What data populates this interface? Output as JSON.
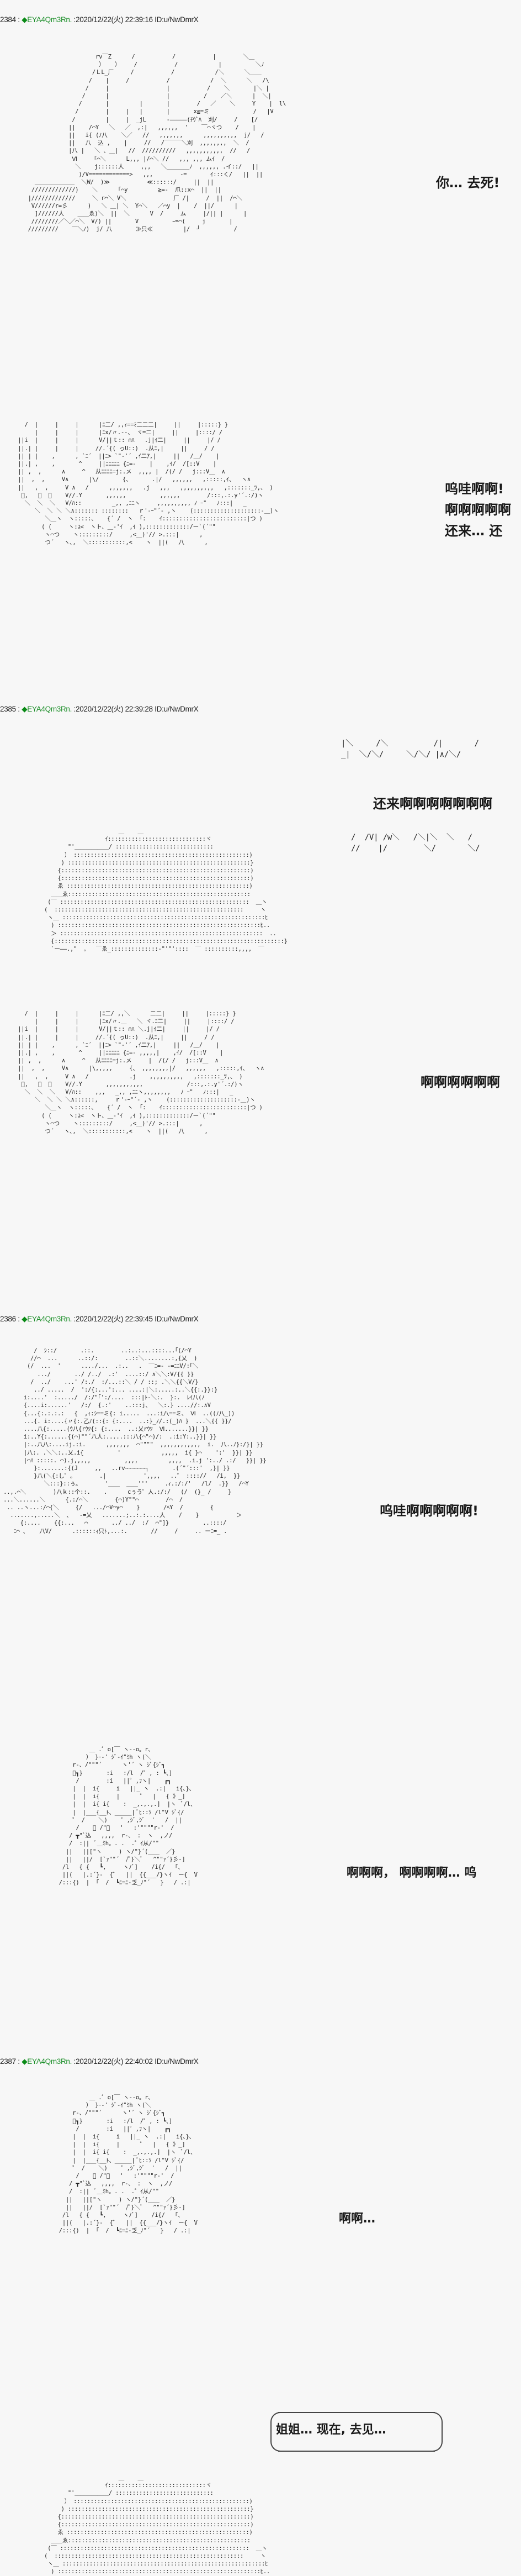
{
  "thread": {
    "posts": [
      {
        "number": "2384",
        "separator": " : ",
        "tripcode_icon": "◆",
        "tripcode": "EYA4Qm3Rn.",
        "datetime": " :2020/12/22(火) 22:39:16",
        "id": " ID:u/NwDmrX",
        "panels": [
          {
            "speech": "你… 去死!",
            "art": "                         rv￣Z      /           /           |        ＼＿\n                          ）   ）    /           /            |          ＼ﾉ\n                        /ＬL_厂     /           /            /＼      ＼＿＿\n                       /    |     /           /            /  ＼      ＼   /\\\n                      /     |                 |           /    ＼       |＼ |\n                     /      |                 |          /    ／＼      |  ＼|\n                    /       |         |       |        /   ／    ＼     Y    |  l\\\n                   /        |     |   |       |       x≦=ミ             /   |V\n                  /         |     |  _jL      -―――――(ﾁｳﾞﾊ  刈/     /    [/\n                 ||    /⌒Y   ＼   ／  ,:|   ,,,,,,  '    ￣⌒ヾつ    /    |\n                 ||   i{ (ﾉ八    ＼／   //   ,,,,,,,      ,,,,,,,,,,  j/   /\n                 ||   八  込 ,    |     //   /￣￣￣＼刈  ,,,,,,,,  ＼  /\n                 |八 |   ＼ 、＿|   //  //////////   ,,,,,,,,,,,  //   /\n                  Ⅵ     ｢⌒＼      L,,, |/⌒＼ //   ,,, ,,, ムｲ  /\n                   ＼    j::::::人     ,,,   ＼＿＿＿＿ﾉ  ,,,,,, .イ::/   ||\n                    )/V============>   ,,,        -=       ｲ:::く/   ||  ||\n       ＿＿＿＿＿＿＿  ＼W/  )≫           ≪::::::/     ||  ||\n      /////////////)    ＼      ｢⌒y         ≧=-  爪::x⌒  ||  ||\n     |/////////////     ＼ r⌒＼ V＼              厂 /|     /  ||  /⌒＼\n      V//////r=彡      )   ＼ ＿| ＼  Y⌒＼   ／⌒y  |    /  ||/      |\n       ]//////人    ＿＿ゑ)＼  ||  ＼      V  /     ム     |/|| |      |\n      ////////／＼／⌒＼  V/) ||       V          ｰ=⌒(     j       |\n     /////////    ￣＼ﾉ)  j/ 八       ≫只≪         |/  ┘          /"
          },
          {
            "speech_lines": [
              "呜哇啊啊!",
              "啊啊啊啊啊",
              "还来… 还"
            ],
            "art": "    /  |     |     |      |ﾆ二/ ,,ｨ==ﾐ二二二|     ||     |:::::} }\n       |     |     |      |ﾆx/〃.--、 ヾ=二|     ||     |::::/ /\n  ||i  |     |     |      V/||ｔ:: ∩ﾊ   .j|ｲ二|     ||     |/ /\n  ||.| |     |     |     //.´{( っU::)  .从ﾆ,|     ||     / /\n  || | |    ,      , `ﾆ´  ||ﾆ> `\"-'´ ,ｲ二ｱ,|     ||   /＿/    |\n  ||.| ,    ,       ^     ||ﾆﾆﾆﾆﾆ {ﾆ=-    |    ,ｲ/  /[::V    |\n  || ,  ,      ∧     ^   从ﾆﾆﾆﾆ=j:.メ  ,,,, |  /(/ /   j:::V＿  ∧\n  ||  ,  ,     V∧      |\\/       {、      .|/   ,,,,,,   ,:::::,ｲ、  ヽ∧\n  ||   ,  ,     V ∧   /      ,,,,,,,   .j   ,,,   ,,,,,,,,,,   ,:::::::_ﾂ,、 )\n   ﾞ,   ＼  ＼    V//.Y       ,,,,,,          ,,,,,,        /:::,.:.y'´.:/)ヽ\n    ＼  ＼  ＼   V/ﾊ::         _,, ,ﾆﾆヽ     ,,,,,,,,,, ﾉ ｰ\"   ﾉ:::|   _\n       ＼  ＼ ＼ ＼∧::::::: ::::::::   ｒ'-ｰ\"´- ,ヽ    (::::::::::::::::::::-＿)ヽ\n          ＼＿ヽ  ヽ:::::、   {´ /  ヽ  ｢:    ｲ:::::::::::::::::::::::::|つ )\n         ( (     ヽ:ｽ<  ヽト、＿-'ｲ  ,ｲ ),:::::::::::::/ー`(´\"\"\n          ヽ⌒つ    ヽ:::::::::/     ,<＿)'// >.:::|      ,\n          つ´   ヽ､,  ＼:::::::::::,<    ヽ  ||(   八      ,"
          }
        ]
      },
      {
        "number": "2385",
        "separator": " : ",
        "tripcode_icon": "◆",
        "tripcode": "EYA4Qm3Rn.",
        "datetime": " :2020/12/22(火) 22:39:28",
        "id": " ID:u/NwDmrX",
        "panels": [
          {
            "speech": "还来啊啊啊啊啊啊啊",
            "bubble_style": "jagged",
            "art": "                      ＿    ＿\n                  ｲ:::::::::::::::::::::::::::::ヾ\n       \"'＿＿＿＿＿＿/ :::::::::::::::::::::::::::::\n      ） ::::::::::::::::::::::::::::::::::::::::::::::::::::)\n     ) ::::::::::::::::::::::::::::::::::::::::::::::::::::::}\n    {::::::::::::::::::::::::::::::::::::::::::::::::::::::::)\n    {::::::::::::::::::::::::::::::::::::::::::::::::::::::::)\n    ゑ ::::::::::::::::::::::::::::::::::::::::::::::::::::::)\n  ＿＿ゑ::::::::::::::::::::::::::::::::::::::::::::::::::::::\n (￣ ::::::::::::::::::::::::::::::::::::::::::::::::::::::::  ＿ヽ\n(  ::::::::::::::::::::::::::::::::::::::::::::::::::::::::     ヽ\n ヽ＿ ::::::::::::::::::::::::::::::::::::::::::::::::::::::::::::ﾋ\n  ) ::::::::::::::::::::::::::::::::::::::::::::::::::::::::::::ﾋ..\n  ＞ ::::::::::::::::::::::::::::::::::::::::::::::::::::::::::::  ..\n  {::::::::::::::::::::::::::::::::::::::::::::::::::::::::::::::::::::}\n  `ー――.,\"  。  ￣ゑ_::::::::::::::-\"'\"'::::  ￣ ::::::::::,,,,  ￣"
          },
          {
            "speech": "啊啊啊啊啊啊",
            "art": "    /  |     |     |      |ﾆ二/ ,,＼      二二|     ||     |:::::} }\n       |     |     |      |ﾆx/〃.＿   ＼ ヾ.ﾆ二|     ||     |::::/ /\n  ||i  |     |     |      V/||ｔ:: ∩ﾊ ＼.j|ｲ二|     ||     |/ /\n  ||.| |     |     |     //.´{( っU::)  .从ﾆ,|     ||     / /\n  || | |    ,      , `ﾆ´  ||ﾆ> `\"-'´ ,ｲ二ｱ,|     ||   /＿/    |\n  ||.| ,    ,       ^     ||ﾆﾆﾆﾆﾆ {ﾆ=- ,,,,,|    ,ｲ/  /[::V    |\n  || ,  ,      ∧     ^   从ﾆﾆﾆﾆ=j:.メ     |  /(/ /   j:::V＿  ∧\n  ||  ,  ,     V∧      |\\,,,,,     {、 ,,,,,,,,|/   ,,,,,,   ,:::::,ｲ、  ヽ∧\n  ||   ,  ,     V ∧   /            .j    ,,,,,,,,,,   ,:::::::_ﾂ,、 )\n   ﾞ,   ＼  ＼    V//.Y       ,,,,,,,,,,,             /:::,.:.y'´.:/)ヽ\n    ＼  ＼  ＼   V/ﾊ::    ,,,   _,, ,ﾆﾆヽ,,,,,,,,   ﾉ ｰ\"   ﾉ:::|   _\n       ＼  ＼ ＼ ＼∧::::::,     ｒ'-ｰ\"´- ,ヽ    (::::::::::::::::::::-＿)ヽ\n          ＼＿ヽ  ヽ:::::、   {´ /  ヽ  ｢:    ｲ:::::::::::::::::::::::::|つ )\n         ( (     ヽ:ｽ<  ヽト、＿-'ｲ  ,ｲ ),:::::::::::::/ー`(´\"\"\n          ヽ⌒つ    ヽ:::::::::/     ,<＿)'// >.:::|      ,\n          つ´   ヽ､,  ＼:::::::::::,<    ヽ  ||(   八      ,"
          }
        ]
      },
      {
        "number": "2386",
        "separator": " : ",
        "tripcode_icon": "◆",
        "tripcode": "EYA4Qm3Rn.",
        "datetime": " :2020/12/22(火) 22:39:45",
        "id": " ID:u/NwDmrX",
        "panels": [
          {
            "speech": "呜哇啊啊啊啊啊!",
            "art": "          /  ｼ::/       .::.        ..:..:...::::...｢(/⌒Y\n         //⌒  ...      ..::/:        ..::＼........:,{乂  )\n        (/  ...  '      ..../...  .:..   .  ￣ﾆ=- -=ﾆﾆV/:｢＼\n           .../       ../ /../  .:'  ....::/ ∧＼＼:V/{{ }}\n         /  ../    ...' /:./  :/...::＼ / / ::; .＼＼{{＼V/}\n          ../ .....  /  ':/{:...':... ....:|＼:.....:..＼{{:.}}:}\n       i:....'  :...../  /:/\"｢':/....  :::|ﾄ-＼:.  }:.  ﾚｲ八(ﾉ\n       {....i:......'   /:/  {.:'    ..:::j、  ＼:.} ....//:.∧V\n       {...{:.:.:.:   {  ,ｨ:ｼ==ミ{: i.....  ...:i八==ミ、 Ⅵ  ..((ﾉ八_))\n       ...{. i:....{〃{:.乙ﾉ(::{: {:....  ..:}_ﾉ/.:(_)ﾊ }  ...＼{{ }}/\n       ....八{:.....(ｳ八{rｳﾂ{: {:....  ..:乂rｳﾂ  Ⅵ.......}}| }}\n       i:..Y{:......{(⌒)\"\"´八人:.....:::八{⌒\"⌒)/:  .:i:Y:..}}| }}\n       |:..八八:....ij.:i.      ,,,,,,,  ⌒\"\"\"\"  ,,,,,,,,,,,,  i.  八..ﾉ}:/}| }}\n       |八:. .＼＼:..乂.i{          '            ,,,,,  i{ }⌒    ':'  }}| }}\n       |⌒ﾊ :::::. ⌒).j,,,,,          ,,,,         ,,,,  .i.j ':../ .:/   }}| }}\n          }:.......:{(J     ,,   ..rv~~~~~~┐       .(´\"´:::'  ,}| }}\n          }八(＼{:し゜。       .|           ',,,,   ..゜ :::://   /i,  }}\n             ＼:::}::ぅ。       '＿＿  ＿＿'''     .ｨ.:/:/'   /l/  .}}   /⌒Y\n ..,.⌒＼        )八ｋ::个::.    .      cぅう゜人.:/:/   (/  (}_ /     }\n ...＼......＼      {.:/⌒＼        {⌒)Y\"\"⌒        /⌒  /\n  .. ..ヽ...:/⌒{＼     {/   .../⌒V⌒y⌒    }       /ﾍY  /        {\n   .......,.....＼  ､   -=乂   .......;..:.:....人    /    }           ＞\n      {:....    {{:...   ⌒       ../ ../  :/  ⌒\"]}          ..::::/\n    ﾆ⌒ ､    八V/      .::::::ｨ只ﾄ,...:.       //     /     .. ーﾆ=_ ."
          },
          {
            "speech": "啊啊啊， 啊啊啊啊… 呜",
            "art": "               ＿ .゜o[￣ ヽ--o。r、\n              ） }ｰ-' ｼﾞ-ｲ\"ﾐh ヽ(＼\n          r-、/\"\"\"´      ヽ'´ ヽ ｼﾞ{ｼﾞ┓\n          ﾟ┓}       :i   :/l  /゜, : ┗、]\n           /        :i   ||゜,ﾌヽ|    ┏┓\n          |  |  i{     i   ||_ ヽ  .:|   i{、}、\n          |  |  i{     |      ゜  |   { 》_]\n          |  |  i{ i{    :  _,.,.,.]  |ヽ  ﾞ/l、\n          |  |___{__ﾄ、_____| ﾞﾋ::ｿ /l\"V ｼﾞ{/\n          ゜ /    ＼)    ゜,ｼﾞ,ｼﾞ  '   /  ||\n           /    ﾞ /\"ﾞ   '   :'\"\"\"\"r-'  /\n         / ┳\"ﾞ込   ,,,,  r-、 :  ヽ  ,ノ/\n         /  :||  ﾞ＿ﾐh。. .  .゜ｲ从/\"\"\n        ||   ||[\"ヽ     ) ヽ/\"}´(＿＿  ／}\n        ||   ||/  [`ｧ\"\"´  /ﾟ}＼ﾞ   ^\"\"ｧ´}彡-]\n       /l   { {   ┗,     ヽﾉﾞ]    /i{/   ｢、\n       ||(   |.:´}-  {ﾞ   ||  {{___/}ヽｲ  ー{  V\n      /:::{)  |  ｢  /  ┗ﾆ=ﾆ-乏_ﾉ\"´   }   / .:|"
          }
        ]
      },
      {
        "number": "2387",
        "separator": " : ",
        "tripcode_icon": "◆",
        "tripcode": "EYA4Qm3Rn.",
        "datetime": " :2020/12/22(火) 22:40:02",
        "id": " ID:u/NwDmrX",
        "panels": [
          {
            "speech": "啊啊…",
            "art": "               ＿ .゜o[￣ ヽ--o。r、\n              ） }ｰ-' ｼﾞ-ｲ\"ﾐh ヽ(＼\n          r-、/\"\"\"´      ヽ'´ ヽ ｼﾞ{ｼﾞ┓\n          ﾟ┓}       :i   :/l  /゜, : ┗、]\n           /        :i   ||゜,ﾌヽ|    ┏┓\n          |  |  i{     i   ||_ ヽ  .:|   i{、}、\n          |  |  i{     |      ゜  |   { 》_]\n          |  |  i{ i{    :  _,.,.,.]  |ヽ  ﾞ/l、\n          |  |___{__ﾄ、_____| ﾞﾋ::ｿ /l\"V ｼﾞ{/\n          ゜ /    ＼)    ゜,ｼﾞ,ｼﾞ  '   /  ||\n           /    ﾞ /\"ﾞ   '   :'\"\"\"\"r-'  /\n         / ┳\"ﾞ込   ,,,,  r-、 :  ヽ  ,ノ/\n         /  :||  ﾞ＿ﾐh。. .  .゜ｲ从/\"\"\n        ||   ||[\"ヽ     ) ヽ/\"}´(＿＿  ／}\n        ||   ||/  [`ｧ\"\"´  /ﾟ}＼ﾞ   ^\"\"ｧ´}彡-]\n       /l   { {   ┗,     ヽﾉﾞ]    /i{/   ｢、\n       ||(   |.:´}-  {ﾞ   ||  {{___/}ヽｲ  ー{  V\n      /:::{)  |  ｢  /  ┗ﾆ=ﾆ-乏_ﾉ\"´   }   / .:|"
          },
          {
            "speech": "姐姐… 现在, 去见…",
            "bubble_style": "rounded",
            "art": "                      ＿    ＿\n                  ｲ:::::::::::::::::::::::::::::ヾ\n       \"'＿＿＿＿＿＿/ :::::::::::::::::::::::::::::\n      ） ::::::::::::::::::::::::::::::::::::::::::::::::::::)\n     ) ::::::::::::::::::::::::::::::::::::::::::::::::::::::}\n    {::::::::::::::::::::::::::::::::::::::::::::::::::::::::)\n    {::::::::::::::::::::::::::::::::::::::::::::::::::::::::)\n    ゑ ::::::::::::::::::::::::::::::::::::::::::::::::::::::)\n  ＿＿ゑ::::::::::::::::::::::::::::::::::::::::::::::::::::::\n (￣ ::::::::::::::::::::::::::::::::::::::::::::::::::::::::  ＿ヽ\n(  ::::::::::::::::::::::::::::::::::::::::::::::::::::::::     ヽ\n ヽ＿ ::::::::::::::::::::::::::::::::::::::::::::::::::::::::::::ﾋ\n  ) ::::::::::::::::::::::::::::::::::::::::::::::::::::::::::::ﾋ.."
          }
        ]
      }
    ]
  },
  "jagged_bubble": {
    "top": "|＼     /＼          /|       /\n_|  ＼/＼/     ＼/＼/ |∧/＼/",
    "bottom": "/  /V| /w＼   /＼|＼  ＼   /\n//    |/        ＼/       ＼/"
  },
  "colors": {
    "background": "#f7f7f7",
    "text": "#222222",
    "tripcode_green": "#1d8f2a",
    "diamond_green": "#0a8a16"
  }
}
